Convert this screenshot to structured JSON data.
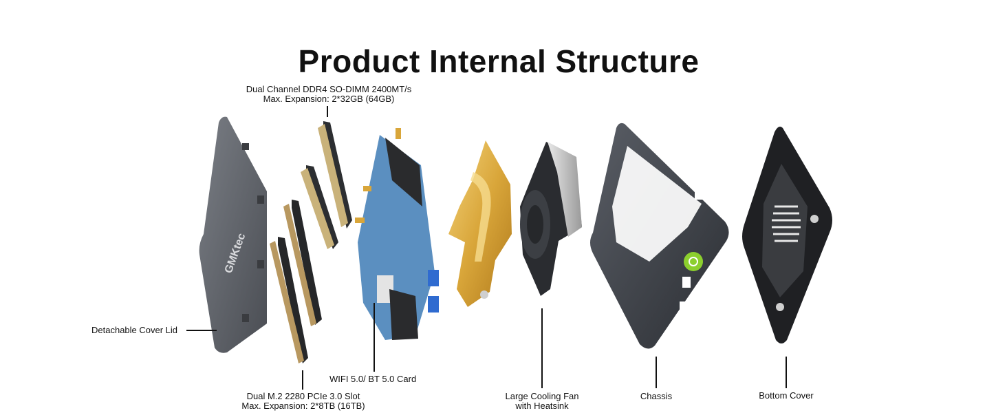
{
  "title": "Product Internal Structure",
  "brand_text": "GMKtec",
  "labels": {
    "ram": {
      "line1": "Dual Channel DDR4 SO-DIMM 2400MT/s",
      "line2": "Max. Expansion: 2*32GB (64GB)"
    },
    "cover_lid": "Detachable Cover Lid",
    "ssd": {
      "line1": "Dual M.2 2280 PCIe 3.0 Slot",
      "line2": "Max. Expansion: 2*8TB (16TB)"
    },
    "wifi": "WIFI 5.0/ BT 5.0 Card",
    "fan": {
      "line1": "Large Cooling Fan",
      "line2": "with Heatsink"
    },
    "chassis": "Chassis",
    "bottom_cover": "Bottom Cover"
  },
  "colors": {
    "lid": "#5a5d63",
    "board": "#5b8fc0",
    "copper": "#d9a63a",
    "chassis": "#3b3e44",
    "power_button": "#8ccf2e"
  },
  "icons": {
    "power": "power-icon"
  }
}
